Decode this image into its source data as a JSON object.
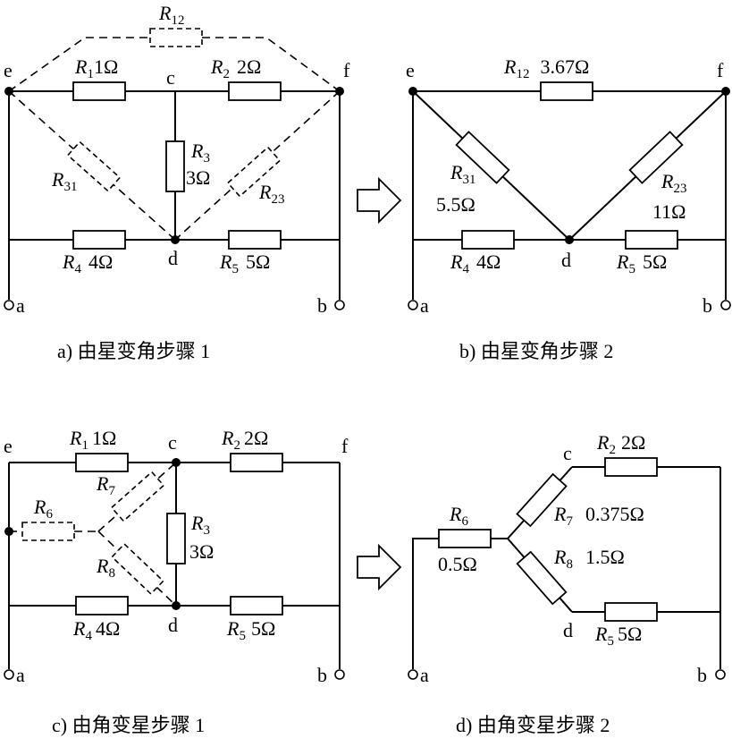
{
  "nodes": {
    "a": "a",
    "b": "b",
    "c": "c",
    "d": "d",
    "e": "e",
    "f": "f"
  },
  "captions": {
    "a": "a) 由星变角步骤 1",
    "b": "b) 由星变角步骤 2",
    "c": "c) 由角变星步骤 1",
    "d": "d) 由角变星步骤 2"
  },
  "resistors": {
    "R1": {
      "sym": "R",
      "sub": "1",
      "value": "1Ω"
    },
    "R2": {
      "sym": "R",
      "sub": "2",
      "value": "2Ω"
    },
    "R3": {
      "sym": "R",
      "sub": "3",
      "value": "3Ω"
    },
    "R4": {
      "sym": "R",
      "sub": "4",
      "value": "4Ω"
    },
    "R5": {
      "sym": "R",
      "sub": "5",
      "value": "5Ω"
    },
    "R6": {
      "sym": "R",
      "sub": "6",
      "value": "0.5Ω"
    },
    "R7": {
      "sym": "R",
      "sub": "7",
      "value": "0.375Ω"
    },
    "R8": {
      "sym": "R",
      "sub": "8",
      "value": "1.5Ω"
    },
    "R12": {
      "sym": "R",
      "sub": "12",
      "value": "3.67Ω"
    },
    "R23": {
      "sym": "R",
      "sub": "23",
      "value": "11Ω"
    },
    "R31": {
      "sym": "R",
      "sub": "31",
      "value": "5.5Ω"
    }
  }
}
